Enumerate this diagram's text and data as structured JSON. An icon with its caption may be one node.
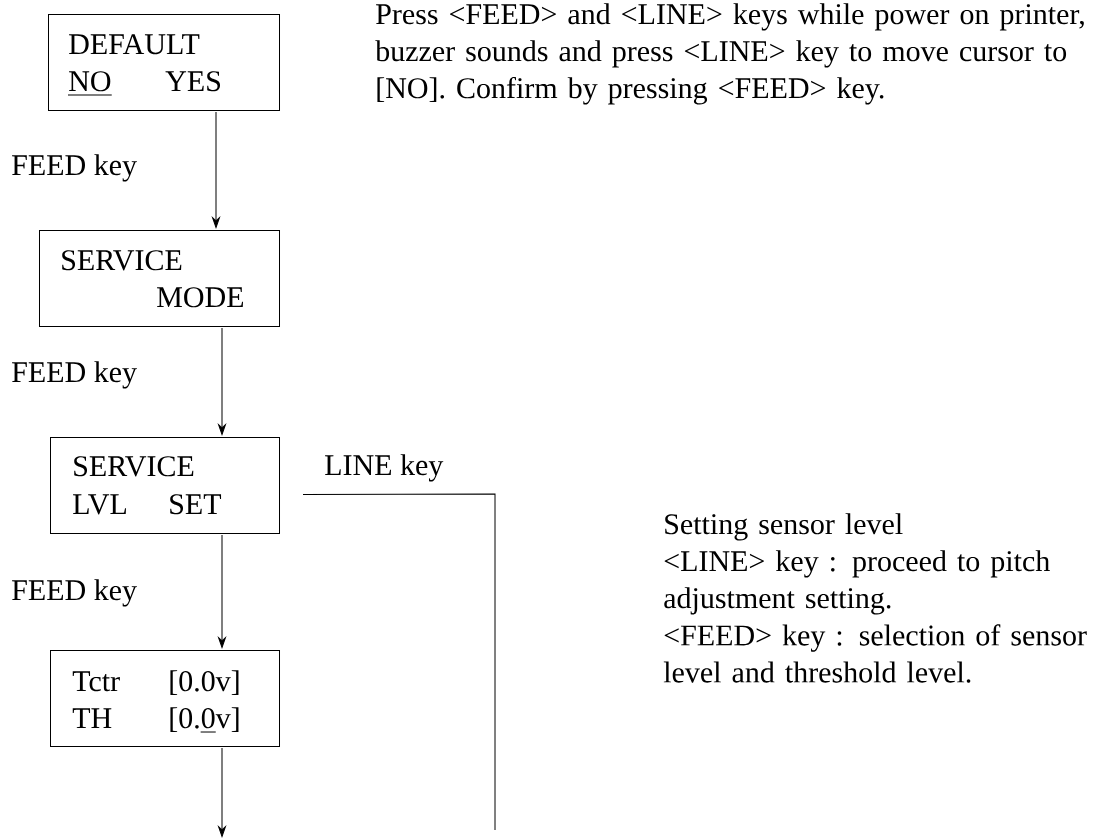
{
  "diagram": {
    "nodes": [
      {
        "text": [
          "DEFAULT",
          "NO",
          "YES"
        ]
      },
      {
        "text": [
          "SERVICE",
          "MODE"
        ]
      },
      {
        "text": [
          "SERVICE",
          "LVL",
          "SET"
        ]
      },
      {
        "text": [
          "Tctr",
          "[0.0v]",
          "TH",
          "[0.0v]"
        ]
      }
    ],
    "edges": [
      {
        "from": 0,
        "to": 1,
        "arrow": "to",
        "label": "FEED key"
      },
      {
        "from": 1,
        "to": 2,
        "arrow": "to",
        "label": "FEED key"
      },
      {
        "from": 2,
        "to": 3,
        "arrow": "to",
        "label": "FEED key"
      },
      {
        "from": 3,
        "to": null,
        "arrow": "to"
      },
      {
        "from": 2,
        "to": null,
        "arrow": "none",
        "label": "LINE key"
      }
    ],
    "labels": [
      "Press <FEED> and <LINE> keys while power on printer, buzzer sounds and press <LINE> key to move cursor to [NO].  Confirm by pressing <FEED> key.",
      "Setting sensor level",
      "<LINE> key : proceed to pitch adjustment setting.",
      "<FEED> key : selection of sensor level and threshold level."
    ]
  }
}
